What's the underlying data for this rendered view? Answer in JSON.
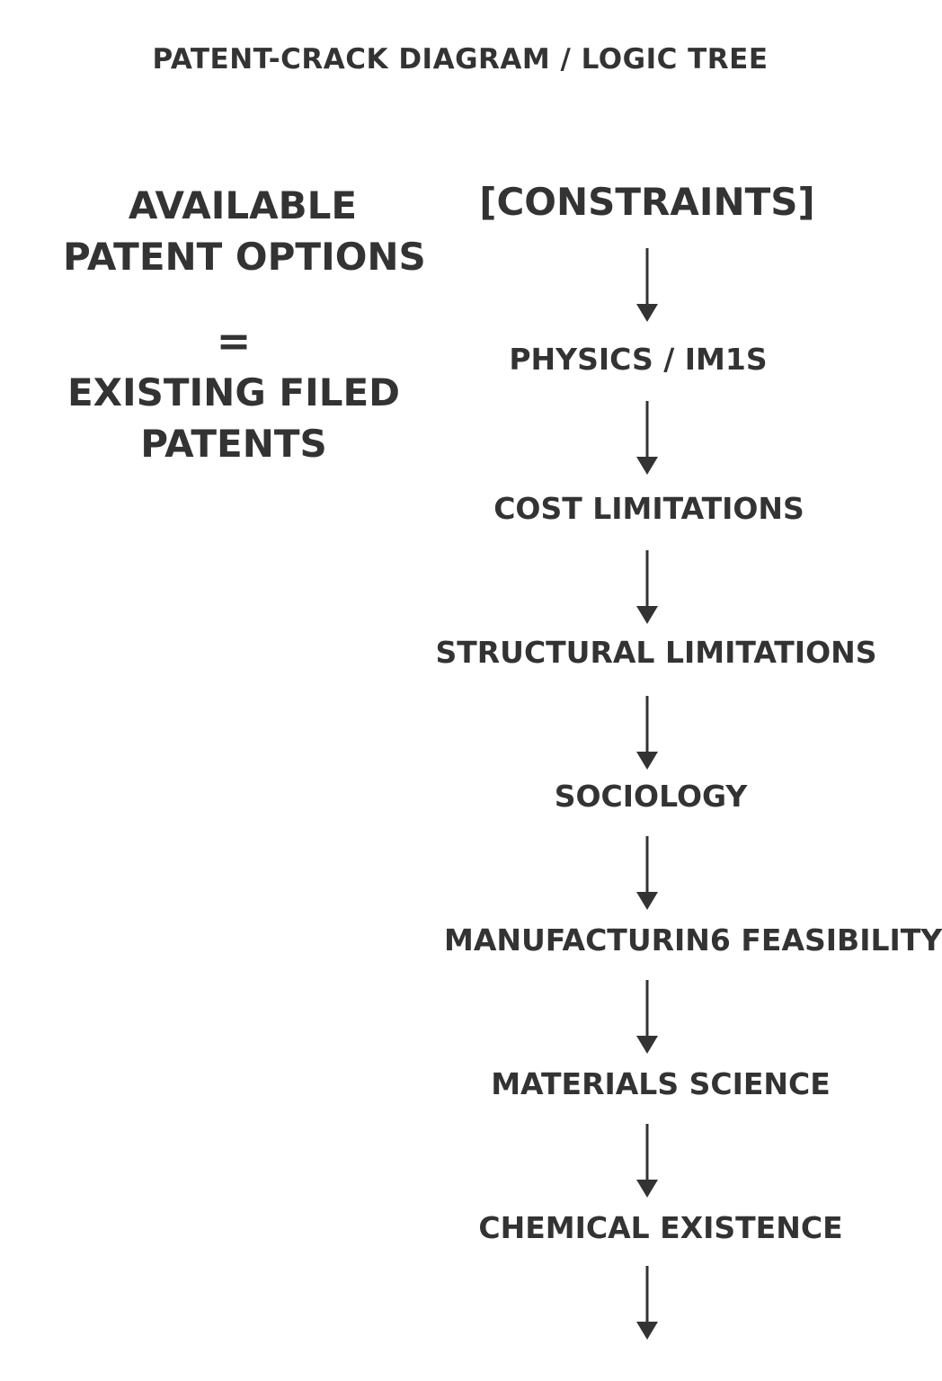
{
  "title": "PATENT-CRACK DIAGRAM / LOGIC TREE",
  "left": {
    "line1": "AVAILABLE",
    "line2": "PATENT OPTIONS",
    "equals": "=",
    "line3": "EXISTING FILED",
    "line4": "PATENTS"
  },
  "root": "[CONSTRAINTS]",
  "steps": [
    "PHYSICS /  IM1S",
    "COST LIMITATIONS",
    "STRUCTURAL LIMITATIONS",
    "SOCIOLOGY",
    "MANUFACTURIN6 FEASIBILITY",
    "MATERIALS SCIENCE",
    "CHEMICAL EXISTENCE"
  ],
  "colors": {
    "text": "#333333",
    "arrow": "#333333",
    "background": "#ffffff"
  }
}
